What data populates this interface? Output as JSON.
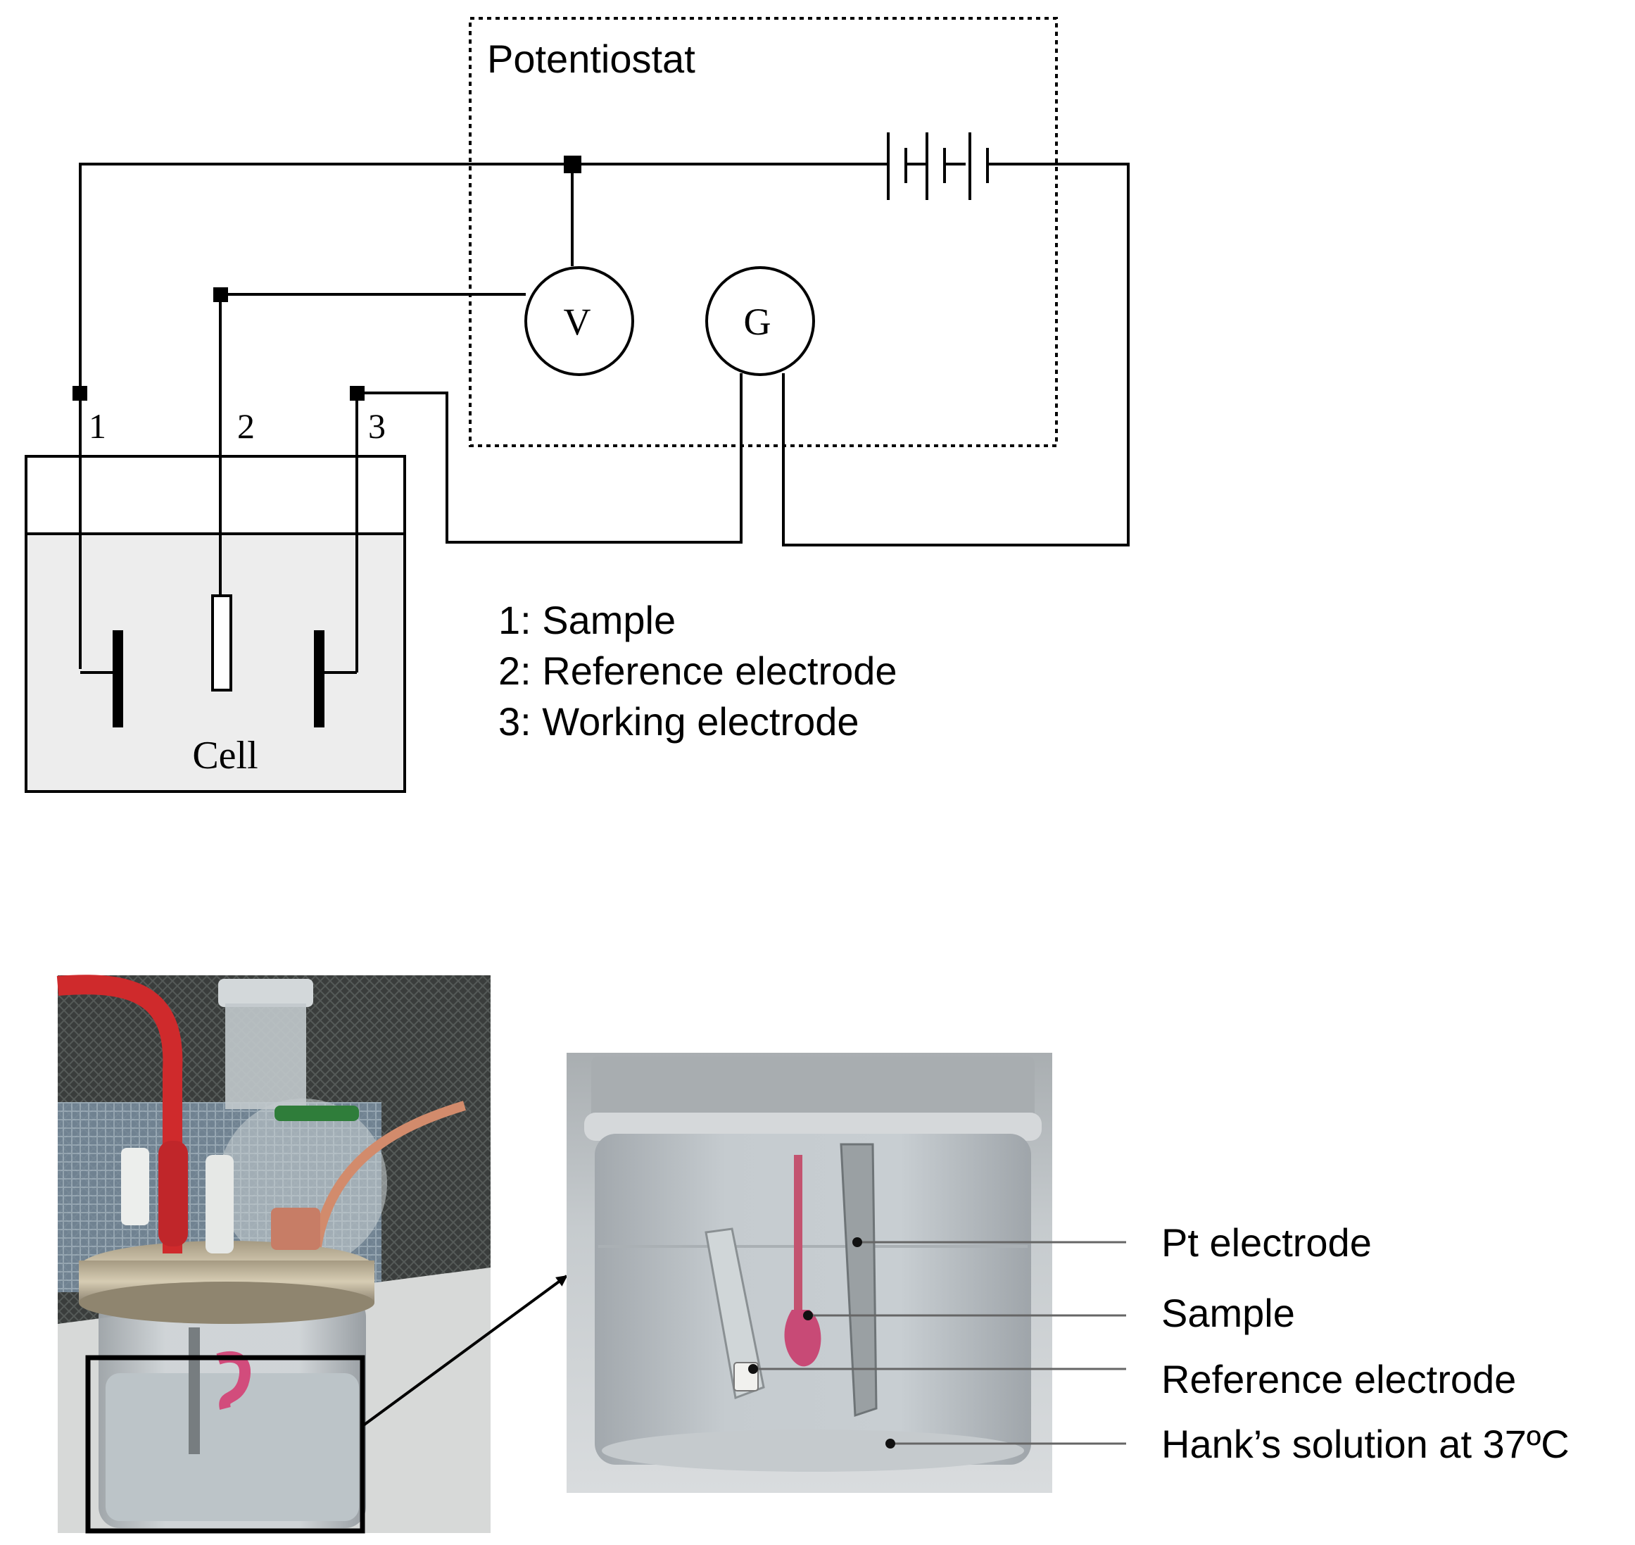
{
  "circuit": {
    "potentiostat_label": "Potentiostat",
    "voltmeter_label": "V",
    "galvanometer_label": "G",
    "cell_label": "Cell",
    "terminals": [
      "1",
      "2",
      "3"
    ]
  },
  "legend": {
    "items": [
      "1: Sample",
      "2: Reference electrode",
      "3: Working electrode"
    ]
  },
  "photo_callouts": {
    "items": [
      "Pt electrode",
      "Sample",
      "Reference electrode",
      "Hank’s solution at 37ºC"
    ]
  },
  "colors": {
    "line": "#000000",
    "cell_fill": "#ededed",
    "photo_bg_left": "#3c3f3e",
    "photo_bg_right": "#bfc4c6",
    "liquid": "#c9ced3",
    "red_lead": "#cf2a2c",
    "pink_sample": "#d24c7c"
  }
}
